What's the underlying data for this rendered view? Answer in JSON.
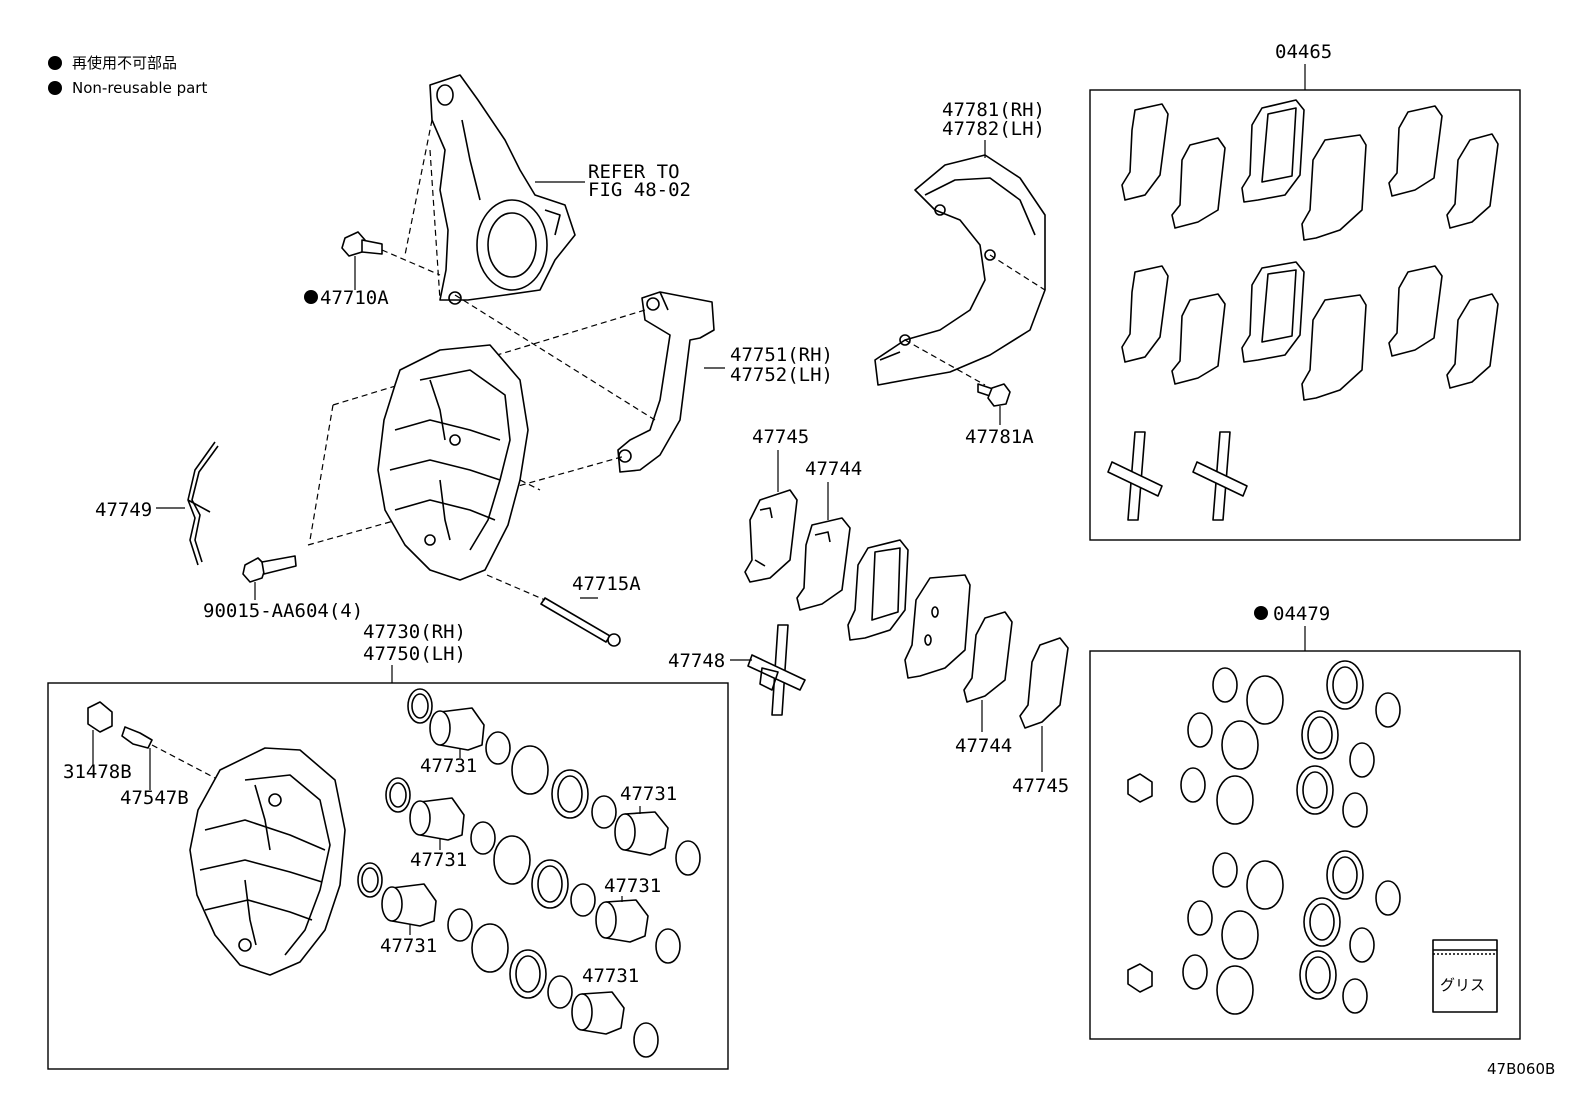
{
  "legend": {
    "jp": "再使用不可部品",
    "en": "Non-reusable part"
  },
  "diagram_code": "47B060B",
  "grease_label": "グリス",
  "labels": {
    "refer_line1": "REFER TO",
    "refer_line2": "FIG 48-02",
    "p47710A": "47710A",
    "p47751": "47751(RH)",
    "p47752": "47752(LH)",
    "p47749": "47749",
    "p90015": "90015-AA604(4)",
    "p47715A": "47715A",
    "p47730": "47730(RH)",
    "p47750": "47750(LH)",
    "p31478B": "31478B",
    "p47547B": "47547B",
    "p47731_a": "47731",
    "p47731_b": "47731",
    "p47731_c": "47731",
    "p47731_d": "47731",
    "p47731_e": "47731",
    "p47731_f": "47731",
    "p47781": "47781(RH)",
    "p47782": "47782(LH)",
    "p47781A": "47781A",
    "p47745_top": "47745",
    "p47744_top": "47744",
    "p47748": "47748",
    "p47744_bot": "47744",
    "p47745_bot": "47745",
    "p04465": "04465",
    "p04479": "04479"
  }
}
